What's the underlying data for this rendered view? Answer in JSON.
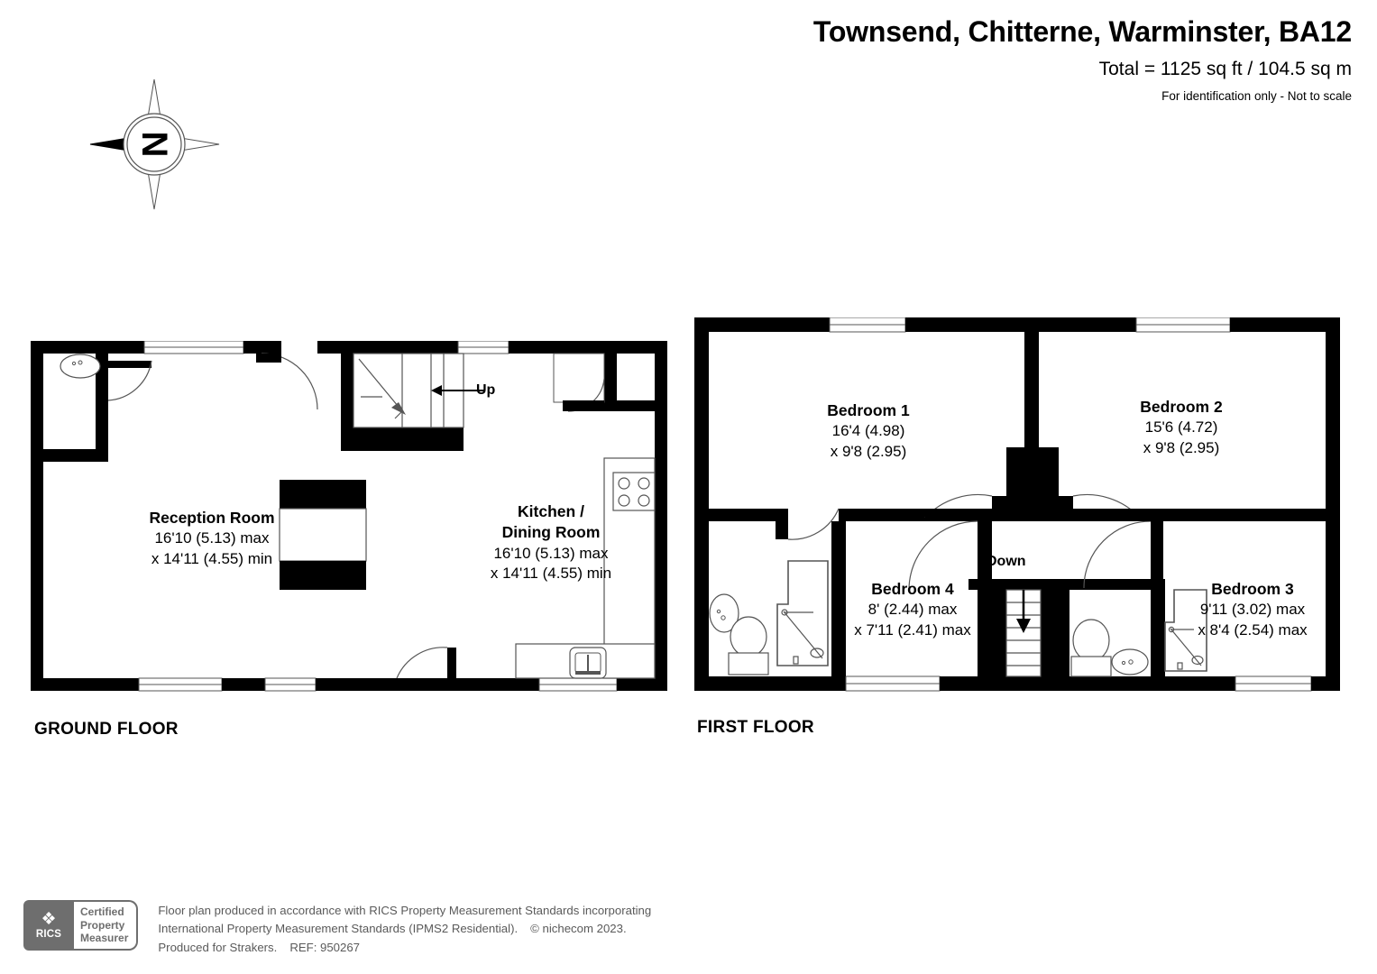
{
  "header": {
    "title": "Townsend, Chitterne, Warminster, BA12",
    "total": "Total = 1125 sq ft / 104.5 sq m",
    "disclaimer": "For identification only - Not to scale"
  },
  "compass": {
    "label": "N",
    "icon": "compass-rose-icon"
  },
  "floors": [
    {
      "id": "ground",
      "label": "GROUND FLOOR",
      "rooms": [
        {
          "name": "Reception Room",
          "dim1": "16'10 (5.13) max",
          "dim2": "x 14'11 (4.55) min"
        },
        {
          "name_line1": "Kitchen /",
          "name_line2": "Dining Room",
          "dim1": "16'10 (5.13) max",
          "dim2": "x 14'11 (4.55) min"
        }
      ],
      "stair_label": "Up"
    },
    {
      "id": "first",
      "label": "FIRST FLOOR",
      "rooms": [
        {
          "name": "Bedroom 1",
          "dim1": "16'4 (4.98)",
          "dim2": "x 9'8 (2.95)"
        },
        {
          "name": "Bedroom 2",
          "dim1": "15'6 (4.72)",
          "dim2": "x 9'8 (2.95)"
        },
        {
          "name": "Bedroom 4",
          "dim1": "8' (2.44) max",
          "dim2": "x 7'11 (2.41) max"
        },
        {
          "name": "Bedroom 3",
          "dim1": "9'11 (3.02) max",
          "dim2": "x 8'4 (2.54) max"
        }
      ],
      "stair_label": "Down"
    }
  ],
  "footer": {
    "badge": {
      "brand": "RICS",
      "line1": "Certified",
      "line2": "Property",
      "line3": "Measurer"
    },
    "line1": "Floor plan produced in accordance with RICS Property Measurement Standards incorporating",
    "line2a": "International Property Measurement Standards (IPMS2 Residential).",
    "line2b": "© nichecom 2023.",
    "line3a": "Produced for Strakers.",
    "line3b": "REF:  950267"
  },
  "colors": {
    "wall": "#000000",
    "background": "#ffffff",
    "fixture_line": "#555555",
    "footer_text": "#5a5a5a",
    "badge_gray": "#6e6e6e"
  }
}
